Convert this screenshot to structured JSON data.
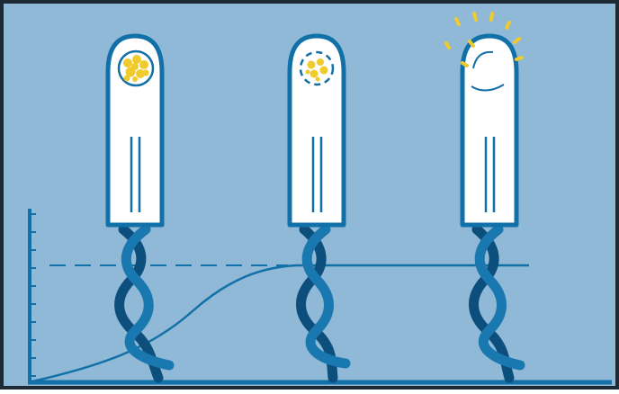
{
  "diagram": {
    "panels": [
      {
        "name": "intact-capsule",
        "capsule_state": "full"
      },
      {
        "name": "dissolving-capsule",
        "capsule_state": "dissolving"
      },
      {
        "name": "empty-capsule",
        "capsule_state": "released"
      }
    ],
    "curve": {
      "shape": "sigmoid",
      "plateau": "dashed-reference-line"
    },
    "y_axis_ticks": 10
  },
  "colors": {
    "background": "#8fb9d6",
    "frame": "#1d2a36",
    "stroke": "#1270a8",
    "cord": "#1a78b0",
    "cord_shadow": "#0d4f7c",
    "body": "#ffffff",
    "capsule_yellow": "#f0cb2c",
    "capsule_yellow_dark": "#c9a313"
  }
}
